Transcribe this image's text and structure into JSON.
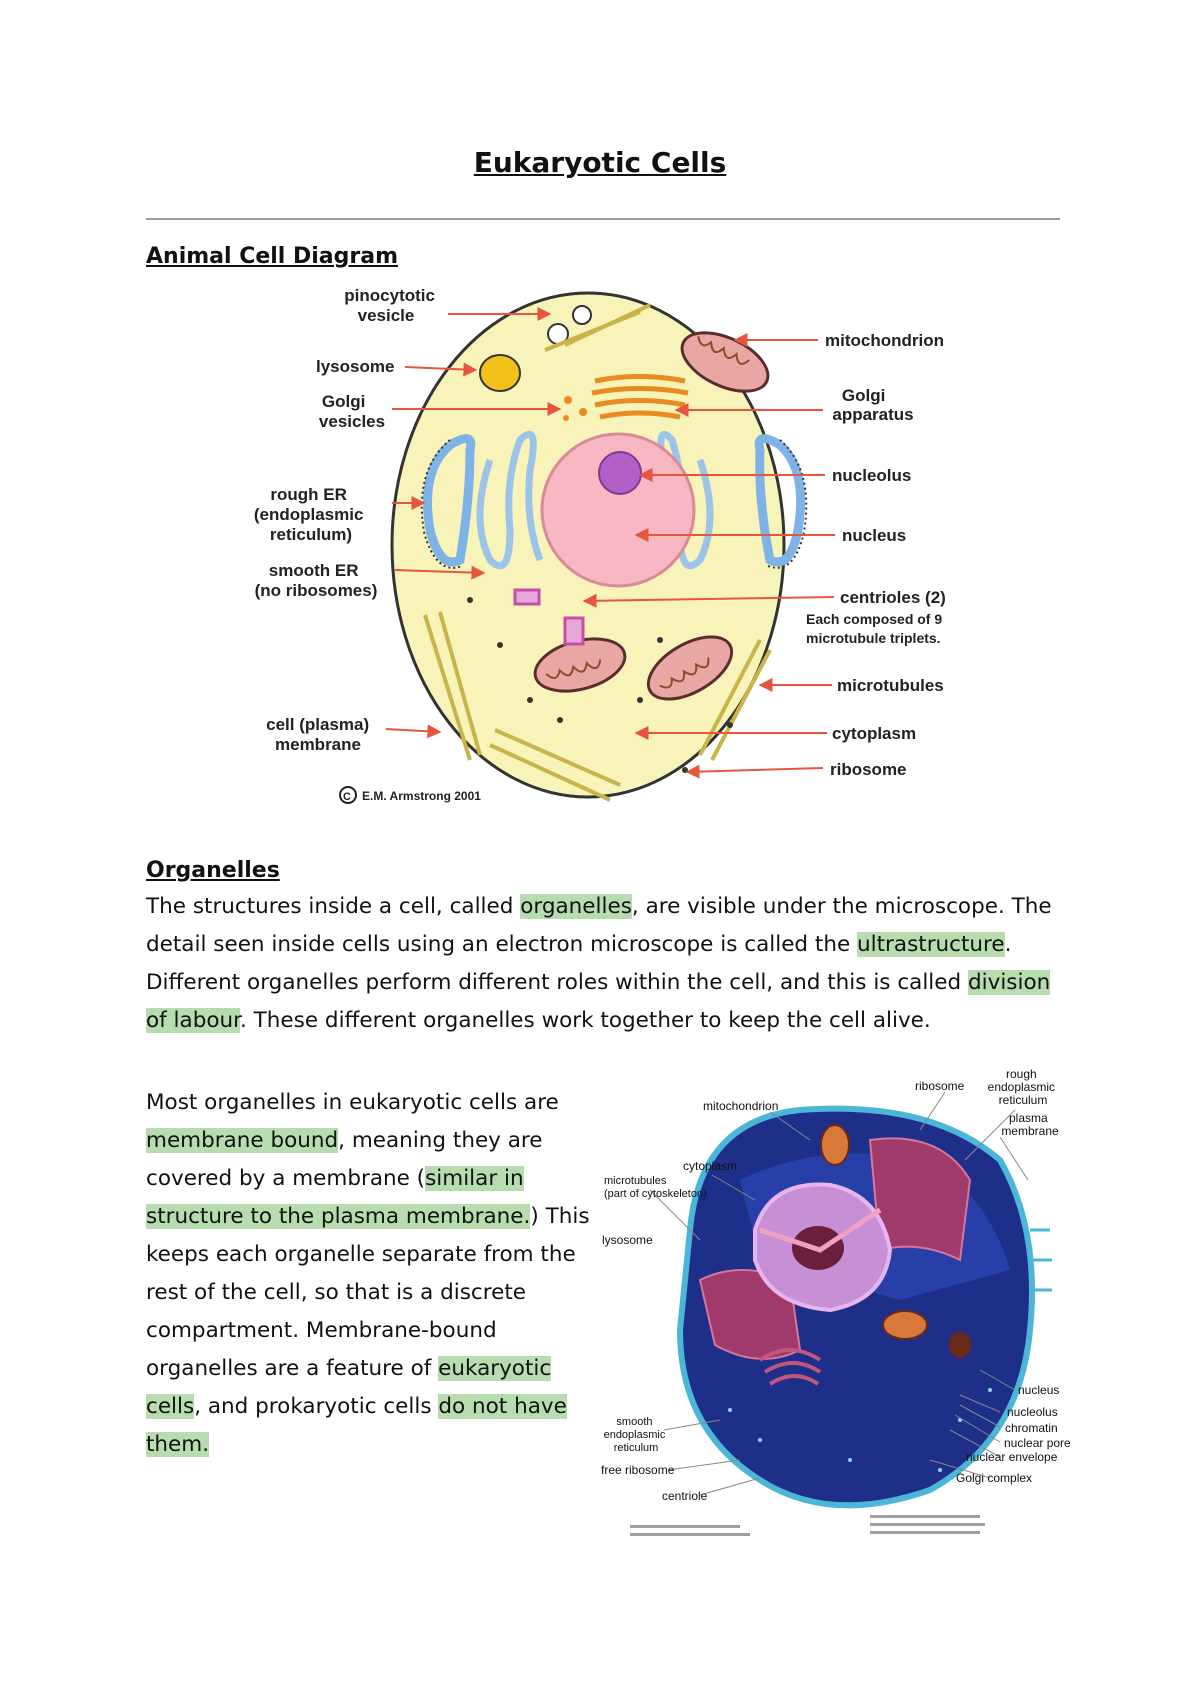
{
  "doc": {
    "title": "Eukaryotic Cells",
    "section1_heading": "Animal Cell Diagram",
    "section2_heading": "Organelles"
  },
  "diagram1": {
    "labels_left": {
      "pinocytotic_vesicle": [
        "pinocytotic",
        "vesicle"
      ],
      "lysosome": "lysosome",
      "golgi_vesicles": [
        "Golgi",
        "vesicles"
      ],
      "rough_er": [
        "rough ER",
        "(endoplasmic",
        "reticulum)"
      ],
      "smooth_er": [
        "smooth ER",
        "(no ribosomes)"
      ],
      "cell_membrane": [
        "cell (plasma)",
        "membrane"
      ]
    },
    "labels_right": {
      "mitochondrion": "mitochondrion",
      "golgi_apparatus": [
        "Golgi",
        "apparatus"
      ],
      "nucleolus": "nucleolus",
      "nucleus": "nucleus",
      "centrioles": "centrioles (2)",
      "centrioles_note": [
        "Each composed of 9",
        "microtubule triplets."
      ],
      "microtubules": "microtubules",
      "cytoplasm": "cytoplasm",
      "ribosome": "ribosome"
    },
    "credit": "E.M. Armstrong 2001",
    "colors": {
      "cell_fill": "#f8f3b8",
      "arrow": "#e8553f",
      "nucleus": "#f7b7c3",
      "nucleolus": "#b35fc8"
    }
  },
  "para1": {
    "s1": "The structures inside a cell, called ",
    "h1": "organelles",
    "s2": ", are visible under the microscope. The detail seen inside cells using an electron microscope is called the ",
    "h2": "ultrastructure",
    "s3": ". Different organelles perform different roles within the cell, and this is called ",
    "h3": "division of labour",
    "s4": ". These different organelles work together to keep the cell alive."
  },
  "para2": {
    "s1": "Most organelles in eukaryotic cells are ",
    "h1": "membrane bound",
    "s2": ", meaning they are covered by a membrane (",
    "h2": "similar in structure to the plasma membrane.",
    "s3": ") This keeps each organelle separate from the rest of the cell, so that is a discrete compartment.  Membrane-bound organelles are a feature of ",
    "h3": "eukaryotic cells",
    "s4": ", and prokaryotic cells ",
    "h4": "do not have them."
  },
  "diagram2": {
    "labels": {
      "mitochondrion": "mitochondrion",
      "ribosome": "ribosome",
      "rough_er": [
        "rough",
        "endoplasmic",
        "reticulum"
      ],
      "plasma_membrane": [
        "plasma",
        "membrane"
      ],
      "cytoplasm": "cytoplasm",
      "microtubules": [
        "microtubules",
        "(part of cytoskeleton)"
      ],
      "lysosome": "lysosome",
      "nucleus": "nucleus",
      "nucleolus": "nucleolus",
      "chromatin": "chromatin",
      "nuclear_pore": "nuclear pore",
      "nuclear_envelope": "nuclear envelope",
      "golgi_complex": "Golgi complex",
      "smooth_er": [
        "smooth",
        "endoplasmic",
        "reticulum"
      ],
      "free_ribosome": "free ribosome",
      "centriole": "centriole"
    },
    "colors": {
      "cytoplasm": "#1e2f8a",
      "membrane": "#4bb6d8",
      "organelle": "#a03a6a",
      "nucleus": "#c78fd6"
    }
  }
}
